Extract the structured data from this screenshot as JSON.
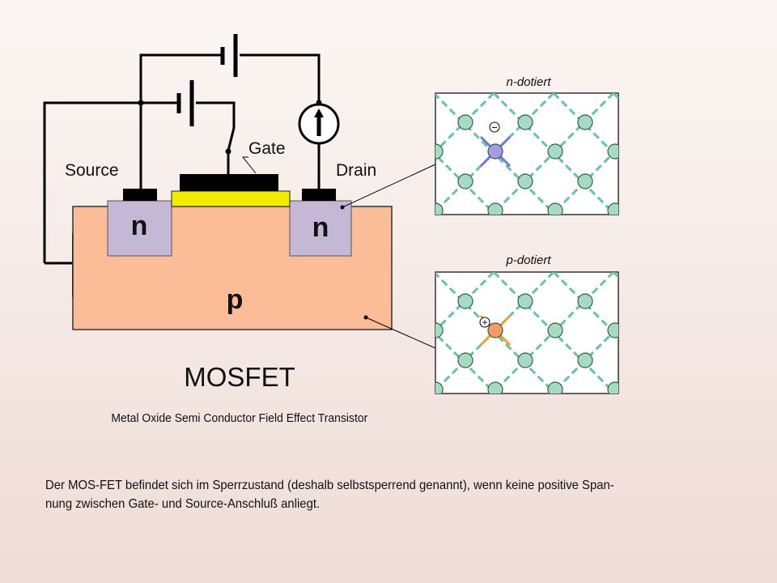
{
  "labels": {
    "source": "Source",
    "gate": "Gate",
    "drain": "Drain",
    "n_left": "n",
    "n_right": "n",
    "p": "p",
    "n_doped": "n-dotiert",
    "p_doped": "p-dotiert",
    "minus_sign": "−",
    "plus_sign": "+"
  },
  "title": "MOSFET",
  "subtitle": "Metal Oxide Semi Conductor Field Effect Transistor",
  "description": "Der MOS-FET befindet sich im Sperrzustand (deshalb selbstsperrend genannt), wenn keine positive Span-\nnung zwischen Gate- und Source-Anschluß anliegt.",
  "colors": {
    "substrate": "#fbbc98",
    "n_region": "#c4b8d6",
    "oxide": "#f2ea00",
    "contact": "#000000",
    "lattice_atom": "#a7dac2",
    "lattice_bond": "#68c3a1",
    "donor_atom": "#a89ce0",
    "donor_bond": "#7b72e6",
    "acceptor_atom": "#f59b65",
    "acceptor_bond": "#f0a030"
  }
}
